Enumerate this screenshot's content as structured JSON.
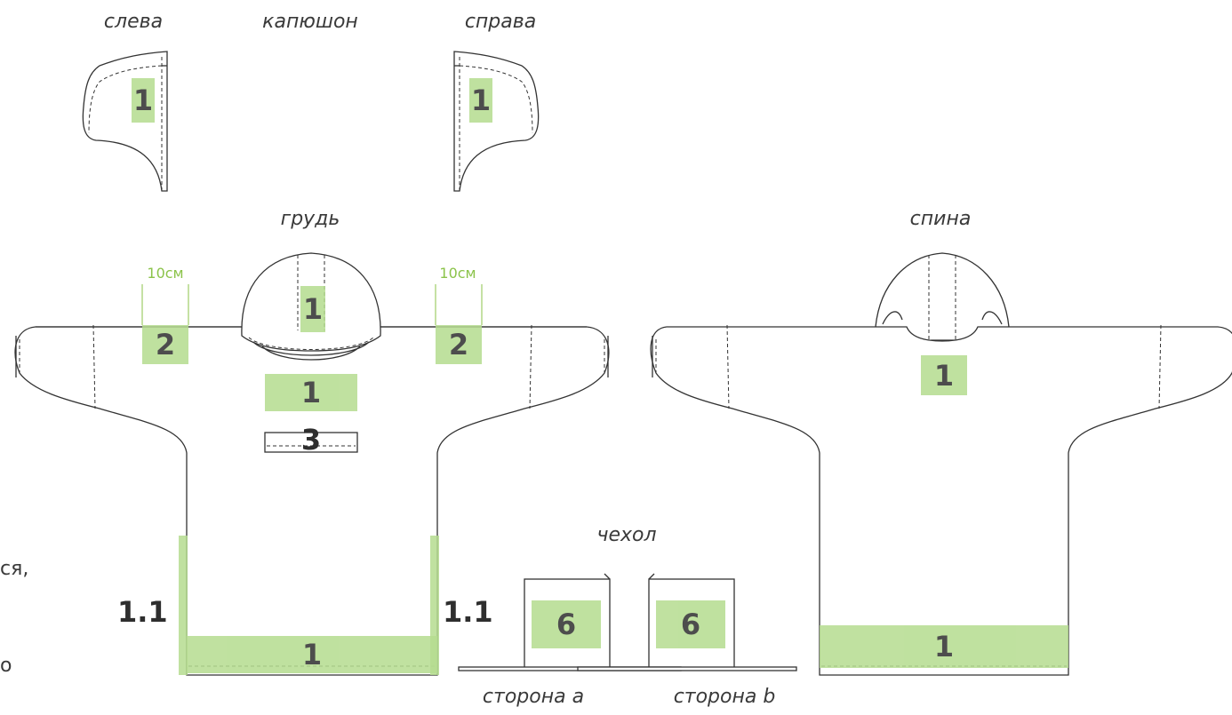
{
  "labels": {
    "hood_left": "слева",
    "hood": "капюшон",
    "hood_right": "справа",
    "chest": "грудь",
    "back": "спина",
    "cover": "чехол",
    "side_a": "сторона а",
    "side_b": "сторона b"
  },
  "dimensions": {
    "left_sleeve": "10см",
    "right_sleeve": "10см"
  },
  "margin_text": {
    "line1": "ся,",
    "line2": "о"
  },
  "zones": {
    "hood_left": "1",
    "hood_right": "1",
    "chest_hood": "1",
    "chest_sleeve_left": "2",
    "chest_sleeve_right": "2",
    "chest_center": "1",
    "chest_pocket": "3",
    "chest_hem": "1",
    "side_left": "1.1",
    "side_right": "1.1",
    "back_center": "1",
    "back_hem": "1",
    "cover_a": "6",
    "cover_b": "6"
  },
  "colors": {
    "zone": "#b5dc8f",
    "dimension": "#8bc34a",
    "outline": "#333333"
  }
}
